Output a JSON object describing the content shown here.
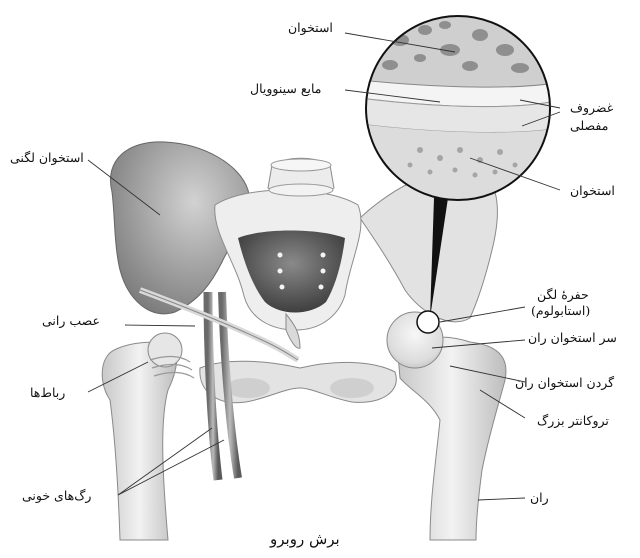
{
  "labels": {
    "bone_top": "استخوان",
    "synovial_fluid": "مایع سینوویال",
    "articular_cartilage_1": "غضروف",
    "articular_cartilage_2": "مفصلی",
    "bone_mid": "استخوان",
    "pelvic_bone": "استخوان لگنی",
    "acetabulum_1": "حفرهٔ لگن",
    "acetabulum_2": "(استابولوم)",
    "femoral_nerve": "عصب رانی",
    "femoral_head": "سر استخوان ران",
    "ligaments": "رباط‌ها",
    "femoral_neck": "گردن استخوان ران",
    "greater_trochanter": "تروکانتر بزرگ",
    "blood_vessels": "رگ‌های خونی",
    "femur": "ران"
  },
  "caption": "برش روبرو",
  "colors": {
    "bone": "#e6e6e6",
    "line": "#555555",
    "dark": "#6e6e6e"
  }
}
